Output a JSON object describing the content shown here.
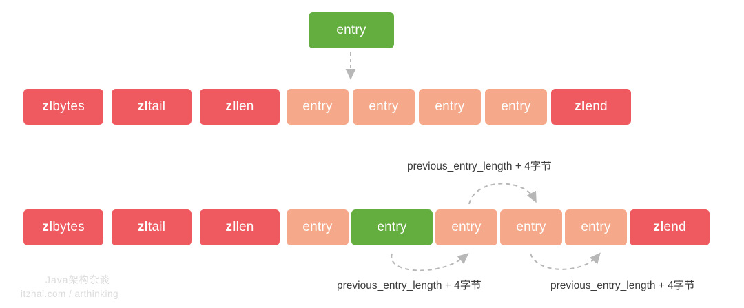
{
  "diagram": {
    "title": "ziplist entry insertion cascade update",
    "rows": [
      {
        "name": "row-top",
        "blocks": [
          {
            "label_bold": "zl",
            "label_rest": "bytes",
            "color": "#ee5a5f",
            "kind": "red"
          },
          {
            "label_bold": "zl",
            "label_rest": "tail",
            "color": "#ee5a5f",
            "kind": "red"
          },
          {
            "label_bold": "zl",
            "label_rest": "len",
            "color": "#ee5a5f",
            "kind": "red"
          },
          {
            "label_bold": "",
            "label_rest": "entry",
            "color": "#f6a98a",
            "kind": "salmon"
          },
          {
            "label_bold": "",
            "label_rest": "entry",
            "color": "#f6a98a",
            "kind": "salmon"
          },
          {
            "label_bold": "",
            "label_rest": "entry",
            "color": "#f6a98a",
            "kind": "salmon"
          },
          {
            "label_bold": "",
            "label_rest": "entry",
            "color": "#f6a98a",
            "kind": "salmon"
          },
          {
            "label_bold": "zl",
            "label_rest": "end",
            "color": "#ee5a5f",
            "kind": "red"
          }
        ]
      },
      {
        "name": "row-bottom",
        "blocks": [
          {
            "label_bold": "zl",
            "label_rest": "bytes",
            "color": "#ee5a5f",
            "kind": "red"
          },
          {
            "label_bold": "zl",
            "label_rest": "tail",
            "color": "#ee5a5f",
            "kind": "red"
          },
          {
            "label_bold": "zl",
            "label_rest": "len",
            "color": "#ee5a5f",
            "kind": "red"
          },
          {
            "label_bold": "",
            "label_rest": "entry",
            "color": "#f6a98a",
            "kind": "salmon"
          },
          {
            "label_bold": "",
            "label_rest": "entry",
            "color": "#64ae3f",
            "kind": "green"
          },
          {
            "label_bold": "",
            "label_rest": "entry",
            "color": "#f6a98a",
            "kind": "salmon"
          },
          {
            "label_bold": "",
            "label_rest": "entry",
            "color": "#f6a98a",
            "kind": "salmon"
          },
          {
            "label_bold": "",
            "label_rest": "entry",
            "color": "#f6a98a",
            "kind": "salmon"
          },
          {
            "label_bold": "zl",
            "label_rest": "end",
            "color": "#ee5a5f",
            "kind": "red"
          }
        ]
      }
    ],
    "new_entry": {
      "label": "entry",
      "color": "#64ae3f"
    },
    "annotations": [
      {
        "name": "annotation-top-middle",
        "text": "previous_entry_length + 4字节"
      },
      {
        "name": "annotation-bottom-left",
        "text": "previous_entry_length + 4字节"
      },
      {
        "name": "annotation-bottom-right",
        "text": "previous_entry_length + 4字节"
      }
    ],
    "watermark": {
      "line1": "Java架构杂谈",
      "line2": "itzhai.com / arthinking"
    },
    "colors": {
      "red": "#ee5a5f",
      "salmon": "#f6a98a",
      "green": "#64ae3f",
      "arrow": "#b7b7b7",
      "text": "#3b3b3b",
      "watermark": "#dcdcdc"
    }
  }
}
